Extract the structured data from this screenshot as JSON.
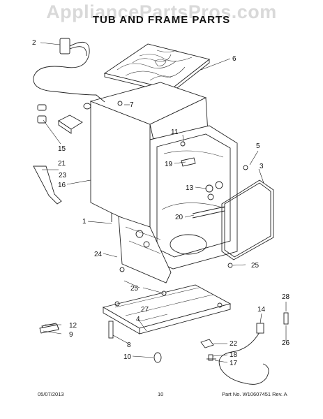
{
  "header": {
    "watermark": "AppliancePartsPros.com",
    "title": "TUB AND FRAME PARTS"
  },
  "callouts": [
    {
      "id": "c2",
      "text": "2"
    },
    {
      "id": "c6",
      "text": "6"
    },
    {
      "id": "c7",
      "text": "7"
    },
    {
      "id": "c11",
      "text": "11"
    },
    {
      "id": "c5",
      "text": "5"
    },
    {
      "id": "c3",
      "text": "3"
    },
    {
      "id": "c19",
      "text": "19"
    },
    {
      "id": "c13",
      "text": "13"
    },
    {
      "id": "c20",
      "text": "20"
    },
    {
      "id": "c15",
      "text": "15"
    },
    {
      "id": "c21",
      "text": "21"
    },
    {
      "id": "c23",
      "text": "23"
    },
    {
      "id": "c16",
      "text": "16"
    },
    {
      "id": "c1",
      "text": "1"
    },
    {
      "id": "c24",
      "text": "24"
    },
    {
      "id": "c25a",
      "text": "25"
    },
    {
      "id": "c25b",
      "text": "25"
    },
    {
      "id": "c27",
      "text": "27"
    },
    {
      "id": "c12",
      "text": "12"
    },
    {
      "id": "c9",
      "text": "9"
    },
    {
      "id": "c4",
      "text": "4"
    },
    {
      "id": "c8",
      "text": "8"
    },
    {
      "id": "c10",
      "text": "10"
    },
    {
      "id": "c14",
      "text": "14"
    },
    {
      "id": "c28",
      "text": "28"
    },
    {
      "id": "c26",
      "text": "26"
    },
    {
      "id": "c22",
      "text": "22"
    },
    {
      "id": "c18",
      "text": "18"
    },
    {
      "id": "c17",
      "text": "17"
    }
  ],
  "footer": {
    "date": "05/07/2013",
    "page": "10",
    "part_no": "Part No.  W10607451  Rev. A"
  }
}
